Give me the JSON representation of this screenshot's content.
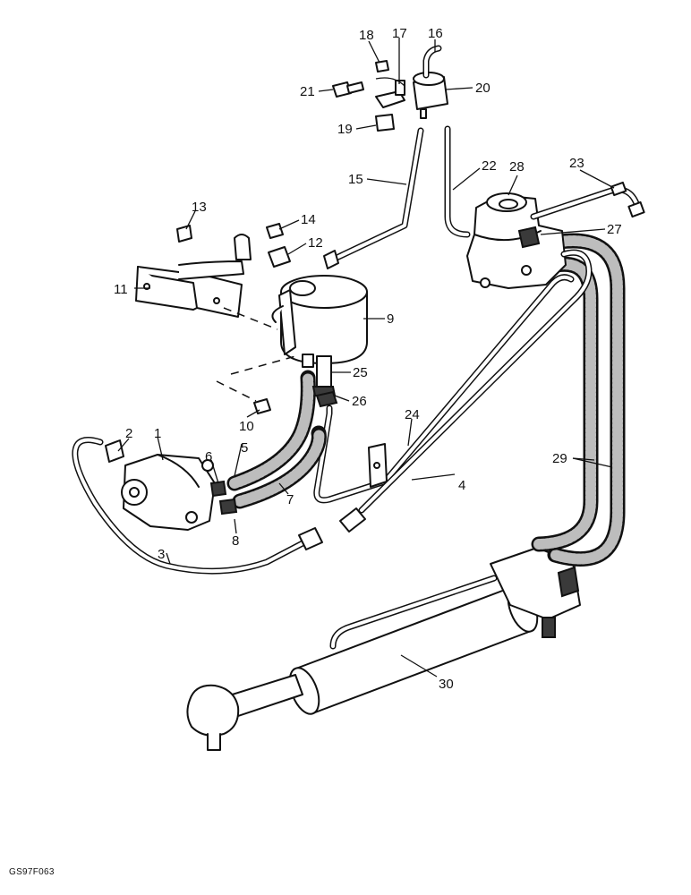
{
  "callouts": {
    "c1": "1",
    "c2": "2",
    "c3": "3",
    "c4": "4",
    "c5": "5",
    "c6": "6",
    "c7": "7",
    "c8": "8",
    "c9": "9",
    "c10": "10",
    "c11": "11",
    "c12": "12",
    "c13": "13",
    "c14": "14",
    "c15": "15",
    "c16": "16",
    "c17": "17",
    "c18": "18",
    "c19": "19",
    "c20": "20",
    "c21": "21",
    "c22": "22",
    "c23": "23",
    "c24": "24",
    "c25": "25",
    "c26": "26",
    "c27": "27",
    "c28": "28",
    "c29": "29",
    "c30": "30"
  },
  "figure_code": "GS97F063"
}
